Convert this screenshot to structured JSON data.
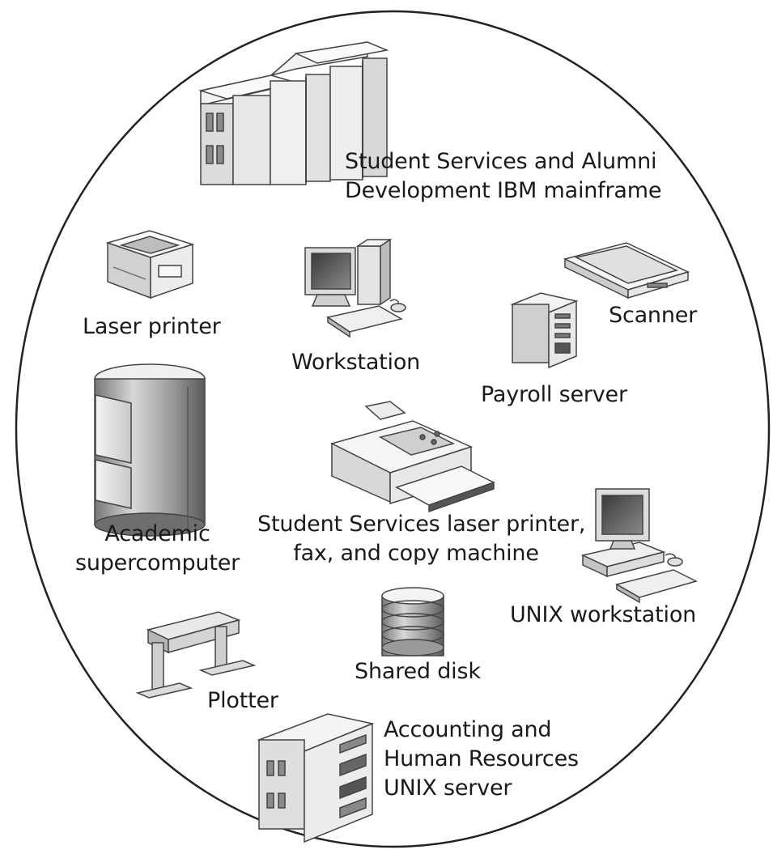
{
  "devices": {
    "mainframe": {
      "line1": "Student Services and Alumni",
      "line2": "Development IBM mainframe"
    },
    "laser_printer": {
      "label": "Laser printer"
    },
    "workstation": {
      "label": "Workstation"
    },
    "scanner": {
      "label": "Scanner"
    },
    "payroll_server": {
      "label": "Payroll server"
    },
    "supercomputer": {
      "line1": "Academic",
      "line2": "supercomputer"
    },
    "multifunction": {
      "line1": "Student Services laser printer,",
      "line2": "fax, and copy machine"
    },
    "unix_workstation": {
      "label": "UNIX workstation"
    },
    "shared_disk": {
      "label": "Shared disk"
    },
    "plotter": {
      "label": "Plotter"
    },
    "unix_server": {
      "line1": "Accounting and",
      "line2": "Human Resources",
      "line3": "UNIX server"
    }
  },
  "icons": {
    "mainframe": "mainframe-icon",
    "laser_printer": "laser-printer-icon",
    "workstation": "workstation-icon",
    "scanner": "scanner-icon",
    "payroll_server": "server-tower-icon",
    "supercomputer": "supercomputer-icon",
    "multifunction": "multifunction-printer-icon",
    "unix_workstation": "workstation-icon",
    "shared_disk": "disk-stack-icon",
    "plotter": "plotter-icon",
    "unix_server": "server-cabinet-icon"
  },
  "colors": {
    "outline": "#222222",
    "device_light": "#eeeeee",
    "device_mid": "#bdbdbd",
    "device_dark": "#6e6e6e",
    "text": "#1a1a1a"
  }
}
